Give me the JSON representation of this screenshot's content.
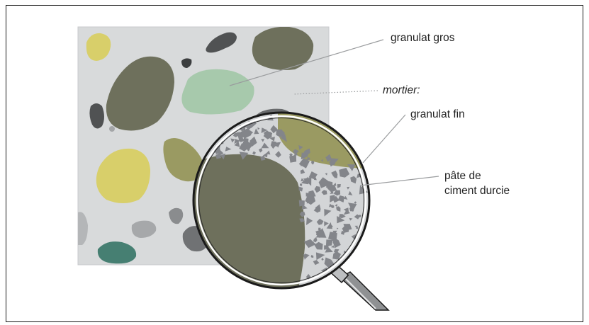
{
  "labels": {
    "coarse_aggregate": "granulat gros",
    "mortar": "mortier:",
    "fine_aggregate": "granulat fin",
    "paste_line1": "pâte de",
    "paste_line2": "ciment durcie"
  },
  "colors": {
    "mortar_background": "#d8dadb",
    "olive_dark": "#6e705c",
    "olive_khaki": "#9a9a62",
    "yellow": "#d8cf6a",
    "mint": "#a7c9ac",
    "teal": "#467f72",
    "gray_dark": "#505253",
    "gray_medium": "#858789",
    "paste_gray": "#d3d5d7",
    "fine_aggregate_gray": "#83858a",
    "lens_rim": "#1a1a1a"
  }
}
